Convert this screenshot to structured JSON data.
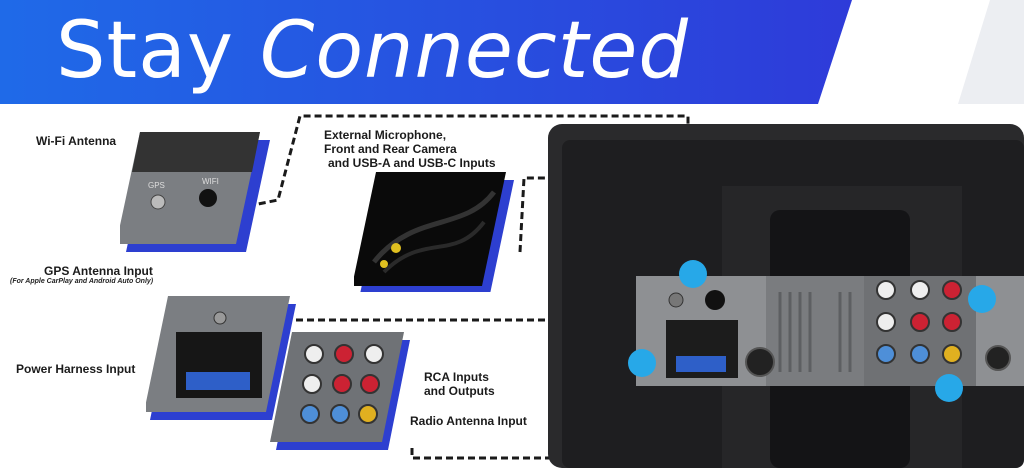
{
  "banner": {
    "title_regular": "Stay",
    "title_italic": "Connected",
    "colors": {
      "blue_start": "#1f63e6",
      "blue_end": "#2a3ad8",
      "accent_dot": "#27a8e8"
    }
  },
  "labels": {
    "wifi_antenna": "Wi-Fi Antenna",
    "gps_antenna": "GPS Antenna Input",
    "gps_note": "(For Apple CarPlay and Android Auto Only)",
    "external_mic": [
      "External Microphone,",
      "Front and Rear Camera",
      "and USB-A and USB-C Inputs"
    ],
    "power_harness": "Power Harness Input",
    "rca": [
      "RCA Inputs",
      "and Outputs"
    ],
    "radio_antenna": "Radio Antenna Input"
  },
  "panel_text": {
    "gps": "GPS",
    "wifi": "WIFI"
  }
}
